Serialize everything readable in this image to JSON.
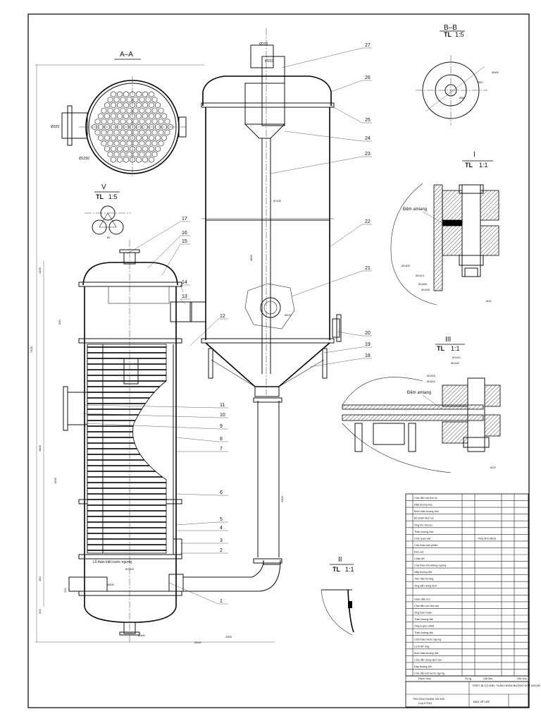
{
  "views": {
    "section_aa": "A–A",
    "section_bb": "B–B",
    "view_v": "V",
    "detail_i": "I",
    "detail_ii": "II",
    "detail_iii": "III",
    "scale_tl": "TL",
    "scale_15": "1:5",
    "scale_11": "1:1"
  },
  "annotations": {
    "gasket_i": "Đệm amiang",
    "gasket_iii": "Đệm amiang",
    "drain_note": "Lỗ tháo kiệt nước ngưng"
  },
  "position_numbers": [
    "27",
    "26",
    "25",
    "24",
    "23",
    "22",
    "21",
    "20",
    "19",
    "18",
    "17",
    "16",
    "15",
    "14",
    "13",
    "12",
    "11",
    "10",
    "9",
    "8",
    "7",
    "6",
    "5",
    "4",
    "3",
    "2",
    "1"
  ],
  "parts_table": {
    "rows": [
      "Cửa dẫn hơi thứ ra",
      "Nắp buồng bốc",
      "Bích thân buồng bốc",
      "Bộ phận tách lọc",
      "Ống thu hồi lọc",
      "Thân buồng bốc",
      "Cửa quan sát",
      "Cửa tháo sản phẩm",
      "Nón cụt",
      "Chân đỡ",
      "Cửa tháo khí không ngưng",
      "Nắp buồng đốt",
      "Tấm dẫn hướng",
      "Ống dẫn dung dịch",
      "",
      "Vách dẫn hơi",
      "Cửa dẫn hơi đốt vào",
      "Ống tuần hoàn",
      "Thân buồng đốt",
      "Ống truyền nhiệt",
      "Thân buồng đốt",
      "Cửa tháo nước ngưng",
      "Lưới đỡ ống",
      "Bích thân buồng đốt",
      "Cửa dẫn dung dịch vào",
      "Đáy buồng đốt",
      "Cửa dẫn kết nước ngưng"
    ],
    "material_note": "Thủy tinh silicat",
    "header_name": "Danh mục",
    "header_qty": "Số lg",
    "header_material": "Vật liệu",
    "header_note": "Ghi chú",
    "project_title": "THIẾT BỊ CÔ ĐẶC TUẦN HOÀN BUỒNG ĐỐT NGOÀI",
    "school": "TRƯỜNG ĐHBK HÀ NỘI",
    "class_name": "Lớp KTHH",
    "drawing_name": "BẢN VẼ LẮP"
  },
  "dimensions": {
    "d_top_outlet": "Ø220",
    "d_top_pipe": "Ø233",
    "d_aa_pipe": "Ø320",
    "d_aa_shell": "Ø1250",
    "d_bb1": "Ø483",
    "d_bb2": "Ø52",
    "d_bb3": "Ø38",
    "d_vessel_sep": "Ø 430",
    "d_sight": "Ø222",
    "d_detail_i1": "Ø1400",
    "d_detail_i2": "Ø1410",
    "d_detail_i3": "Ø1450",
    "d_detail_i4": "Ø1490",
    "d_detail_iii1": "Ø1141",
    "d_detail_iii2": "Ø1262",
    "d_detail_iii3": "Ø1303",
    "d_detail_iii4": "Ø1401",
    "d_bottom_outlet": "Ø300",
    "d_heat_shell": "Ø1200",
    "d_return": "Ø400",
    "d_leg": "Ø500",
    "vertical_total": "7420",
    "heat_height": "5800",
    "sep_height": "3000",
    "h1": "1450",
    "h2": "4800",
    "h3": "1600",
    "h4": "450",
    "h5": "500",
    "h6": "300",
    "h7": "220",
    "w_lower": "2300",
    "v_dim": "80",
    "i_dim": "M22",
    "iii_dim": "M22"
  }
}
